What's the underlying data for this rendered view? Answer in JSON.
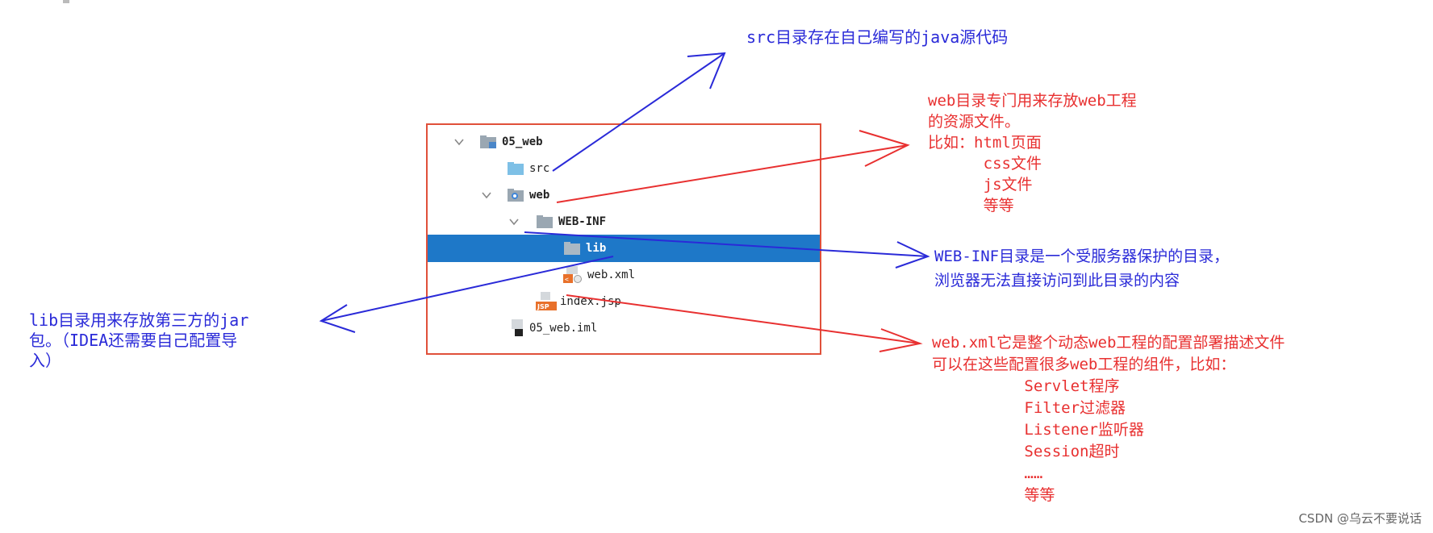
{
  "tree": {
    "items": [
      {
        "label": "05_web",
        "bold": true,
        "expanded": true,
        "icon": "module-folder-icon"
      },
      {
        "label": "src",
        "bold": false,
        "expanded": null,
        "icon": "source-folder-icon"
      },
      {
        "label": "web",
        "bold": true,
        "expanded": true,
        "icon": "web-folder-icon"
      },
      {
        "label": "WEB-INF",
        "bold": true,
        "expanded": true,
        "icon": "folder-icon"
      },
      {
        "label": "lib",
        "bold": true,
        "expanded": null,
        "icon": "folder-icon",
        "selected": true
      },
      {
        "label": "web.xml",
        "bold": false,
        "expanded": null,
        "icon": "xml-file-icon"
      },
      {
        "label": "index.jsp",
        "bold": false,
        "expanded": null,
        "icon": "jsp-file-icon",
        "badge": "JSP"
      },
      {
        "label": "05_web.iml",
        "bold": false,
        "expanded": null,
        "icon": "iml-file-icon"
      }
    ]
  },
  "notes": {
    "src": "src目录存在自己编写的java源代码",
    "web": "web目录专门用来存放web工程\n的资源文件。\n比如：html页面\n      css文件\n      js文件\n      等等",
    "webinf": "WEB-INF目录是一个受服务器保护的目录，\n浏览器无法直接访问到此目录的内容",
    "lib": "lib目录用来存放第三方的jar\n包。（IDEA还需要自己配置导\n入）",
    "webxml": "web.xml它是整个动态web工程的配置部署描述文件\n可以在这些配置很多web工程的组件，比如：\n          Servlet程序\n          Filter过滤器\n          Listener监听器\n          Session超时\n          ……\n          等等"
  },
  "colors": {
    "blue_annotation": "#2a2ad8",
    "red_annotation": "#e83030",
    "selection": "#1e78c8",
    "panel_border": "#e0503a"
  },
  "watermark": "CSDN @乌云不要说话"
}
